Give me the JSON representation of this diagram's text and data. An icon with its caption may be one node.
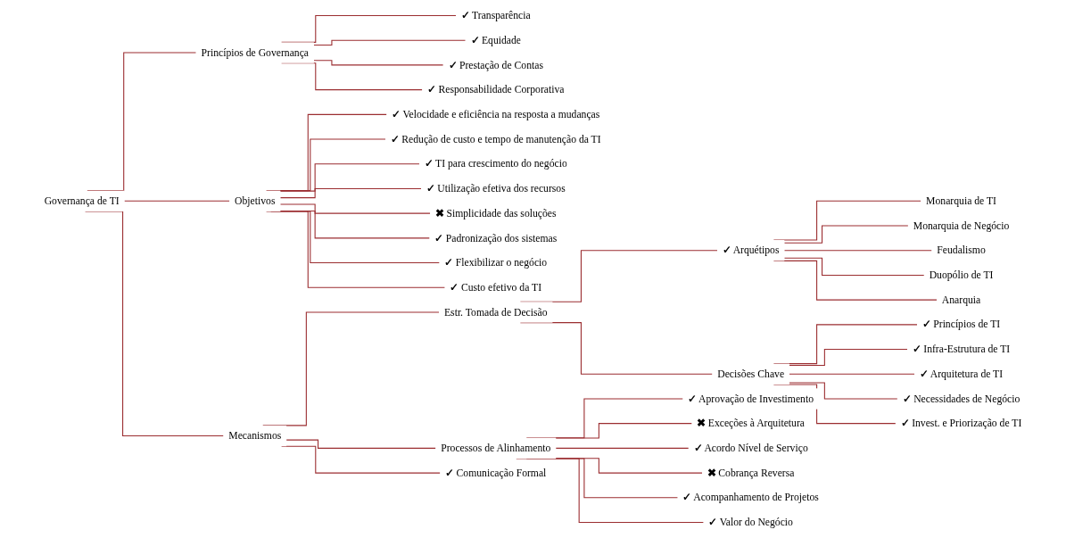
{
  "diagram": {
    "nodes": [
      {
        "text": [
          "Governança de TI"
        ]
      },
      {
        "text": [
          "Princípios de Governança"
        ]
      },
      {
        "text": [
          "✓",
          "Transparência"
        ]
      },
      {
        "text": [
          "✓",
          "Equidade"
        ]
      },
      {
        "text": [
          "✓",
          "Prestação de Contas"
        ]
      },
      {
        "text": [
          "✓",
          "Responsabilidade Corporativa"
        ]
      },
      {
        "text": [
          "Objetivos"
        ]
      },
      {
        "text": [
          "✓",
          "Velocidade e eficiência na resposta a mudanças"
        ]
      },
      {
        "text": [
          "✓",
          "Redução de custo e tempo de manutenção da TI"
        ]
      },
      {
        "text": [
          "✓",
          "TI para crescimento do negócio"
        ]
      },
      {
        "text": [
          "✓",
          "Utilização efetiva dos recursos"
        ]
      },
      {
        "text": [
          "✖",
          "Simplicidade das soluções"
        ]
      },
      {
        "text": [
          "✓",
          "Padronização dos sistemas"
        ]
      },
      {
        "text": [
          "✓",
          "Flexibilizar o negócio"
        ]
      },
      {
        "text": [
          "✓",
          "Custo efetivo da TI"
        ]
      },
      {
        "text": [
          "Mecanismos"
        ]
      },
      {
        "text": [
          "Estr. Tomada de Decisão"
        ]
      },
      {
        "text": [
          "✓",
          "Arquétipos"
        ]
      },
      {
        "text": [
          "Monarquia de TI"
        ]
      },
      {
        "text": [
          "Monarquia de Negócio"
        ]
      },
      {
        "text": [
          "Feudalismo"
        ]
      },
      {
        "text": [
          "Duopólio de TI"
        ]
      },
      {
        "text": [
          "Anarquia"
        ]
      },
      {
        "text": [
          "Decisões Chave"
        ]
      },
      {
        "text": [
          "✓",
          "Princípios de TI"
        ]
      },
      {
        "text": [
          "✓",
          "Infra-Estrutura de TI"
        ]
      },
      {
        "text": [
          "✓",
          "Arquitetura de TI"
        ]
      },
      {
        "text": [
          "✓",
          "Necessidades de Negócio"
        ]
      },
      {
        "text": [
          "✓",
          "Invest. e Priorização de TI"
        ]
      },
      {
        "text": [
          "Processos de Alinhamento"
        ]
      },
      {
        "text": [
          "✓",
          "Aprovação de Investimento"
        ]
      },
      {
        "text": [
          "✖",
          "Exceções à Arquitetura"
        ]
      },
      {
        "text": [
          "✓",
          "Acordo Nível de Serviço"
        ]
      },
      {
        "text": [
          "✖",
          "Cobrança Reversa"
        ]
      },
      {
        "text": [
          "✓",
          "Acompanhamento de Projetos"
        ]
      },
      {
        "text": [
          "✓",
          "Valor do Negócio"
        ]
      },
      {
        "text": [
          "✓",
          "Comunicação Formal"
        ]
      }
    ],
    "edges": [
      {
        "from": 0,
        "to": 1,
        "arrow": "none"
      },
      {
        "from": 0,
        "to": 6,
        "arrow": "none"
      },
      {
        "from": 0,
        "to": 15,
        "arrow": "none"
      },
      {
        "from": 1,
        "to": 2,
        "arrow": "none"
      },
      {
        "from": 1,
        "to": 3,
        "arrow": "none"
      },
      {
        "from": 1,
        "to": 4,
        "arrow": "none"
      },
      {
        "from": 1,
        "to": 5,
        "arrow": "none"
      },
      {
        "from": 6,
        "to": 7,
        "arrow": "none"
      },
      {
        "from": 6,
        "to": 8,
        "arrow": "none"
      },
      {
        "from": 6,
        "to": 9,
        "arrow": "none"
      },
      {
        "from": 6,
        "to": 10,
        "arrow": "none"
      },
      {
        "from": 6,
        "to": 11,
        "arrow": "none"
      },
      {
        "from": 6,
        "to": 12,
        "arrow": "none"
      },
      {
        "from": 6,
        "to": 13,
        "arrow": "none"
      },
      {
        "from": 6,
        "to": 14,
        "arrow": "none"
      },
      {
        "from": 15,
        "to": 16,
        "arrow": "none"
      },
      {
        "from": 15,
        "to": 29,
        "arrow": "none"
      },
      {
        "from": 15,
        "to": 36,
        "arrow": "none"
      },
      {
        "from": 16,
        "to": 17,
        "arrow": "none"
      },
      {
        "from": 16,
        "to": 23,
        "arrow": "none"
      },
      {
        "from": 17,
        "to": 18,
        "arrow": "none"
      },
      {
        "from": 17,
        "to": 19,
        "arrow": "none"
      },
      {
        "from": 17,
        "to": 20,
        "arrow": "none"
      },
      {
        "from": 17,
        "to": 21,
        "arrow": "none"
      },
      {
        "from": 17,
        "to": 22,
        "arrow": "none"
      },
      {
        "from": 23,
        "to": 24,
        "arrow": "none"
      },
      {
        "from": 23,
        "to": 25,
        "arrow": "none"
      },
      {
        "from": 23,
        "to": 26,
        "arrow": "none"
      },
      {
        "from": 23,
        "to": 27,
        "arrow": "none"
      },
      {
        "from": 23,
        "to": 28,
        "arrow": "none"
      },
      {
        "from": 29,
        "to": 30,
        "arrow": "none"
      },
      {
        "from": 29,
        "to": 31,
        "arrow": "none"
      },
      {
        "from": 29,
        "to": 32,
        "arrow": "none"
      },
      {
        "from": 29,
        "to": 33,
        "arrow": "none"
      },
      {
        "from": 29,
        "to": 34,
        "arrow": "none"
      },
      {
        "from": 29,
        "to": 35,
        "arrow": "none"
      }
    ]
  }
}
